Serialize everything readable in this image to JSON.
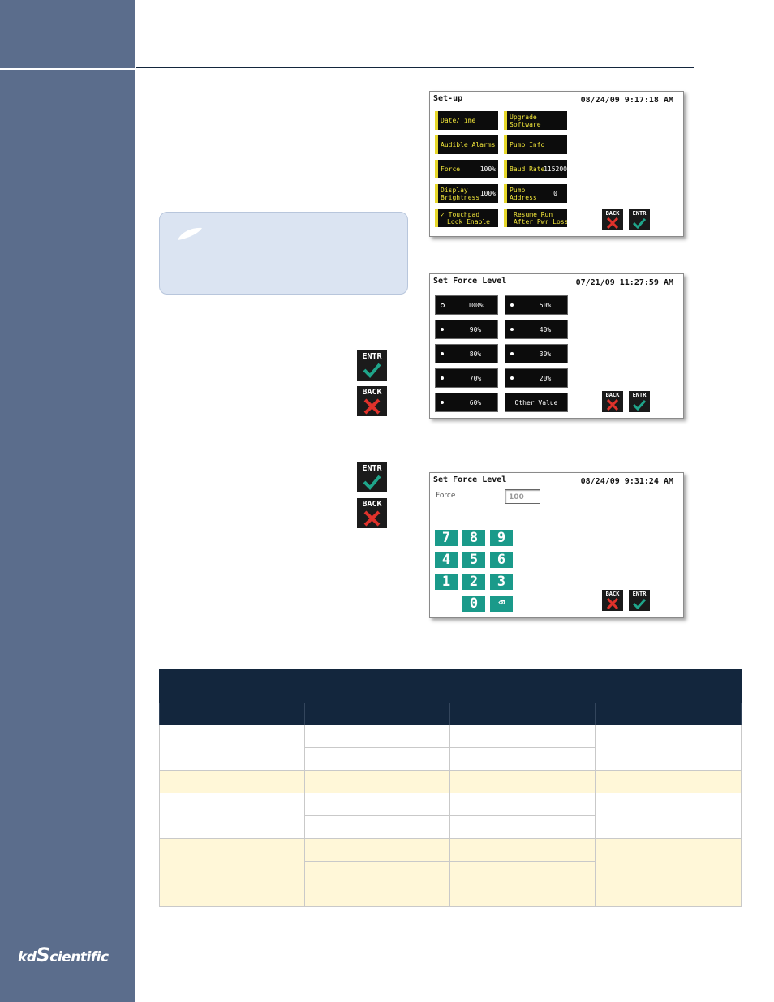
{
  "logo": {
    "k": "kd",
    "s": "S",
    "rest": "cientific"
  },
  "side_icons": {
    "entr": "ENTR",
    "back": "BACK"
  },
  "screen_setup": {
    "title": "Set-up",
    "date": "08/24/09 9:17:18 AM",
    "buttons": [
      {
        "lines": [
          "Date/Time"
        ],
        "value": ""
      },
      {
        "lines": [
          "Upgrade",
          "Software"
        ],
        "value": ""
      },
      {
        "lines": [
          "Audible Alarms"
        ],
        "value": ""
      },
      {
        "lines": [
          "Pump Info"
        ],
        "value": ""
      },
      {
        "lines": [
          "Force"
        ],
        "value": "100%"
      },
      {
        "lines": [
          "Baud Rate"
        ],
        "value": "115200"
      },
      {
        "lines": [
          "Display",
          "Brightness"
        ],
        "value": "100%"
      },
      {
        "lines": [
          "Pump",
          "Address"
        ],
        "value": "0"
      },
      {
        "lines": [
          "✓ Touchpad",
          "Lock Enable"
        ],
        "value": ""
      },
      {
        "lines": [
          "Resume Run",
          "After Pwr Loss"
        ],
        "value": ""
      }
    ],
    "back": "BACK",
    "entr": "ENTR"
  },
  "screen_force": {
    "title": "Set Force Level",
    "date": "07/21/09 11:27:59 AM",
    "options": [
      "100%",
      "50%",
      "90%",
      "40%",
      "80%",
      "30%",
      "70%",
      "20%",
      "60%",
      "Other Value"
    ],
    "selected": "100%",
    "back": "BACK",
    "entr": "ENTR"
  },
  "screen_keypad": {
    "title": "Set Force Level",
    "date": "08/24/09 9:31:24 AM",
    "field_label": "Force",
    "field_value": "100",
    "keys": [
      "7",
      "8",
      "9",
      "4",
      "5",
      "6",
      "1",
      "2",
      "3",
      "0",
      "⌫"
    ],
    "back": "BACK",
    "entr": "ENTR"
  },
  "colors": {
    "sidebar": "#5b6d8c",
    "table_header": "#13263d",
    "row_highlight": "#fff7d8",
    "button_label": "#f2e63a",
    "keypad": "#1a9a8a",
    "callout": "#cc2b2b"
  }
}
